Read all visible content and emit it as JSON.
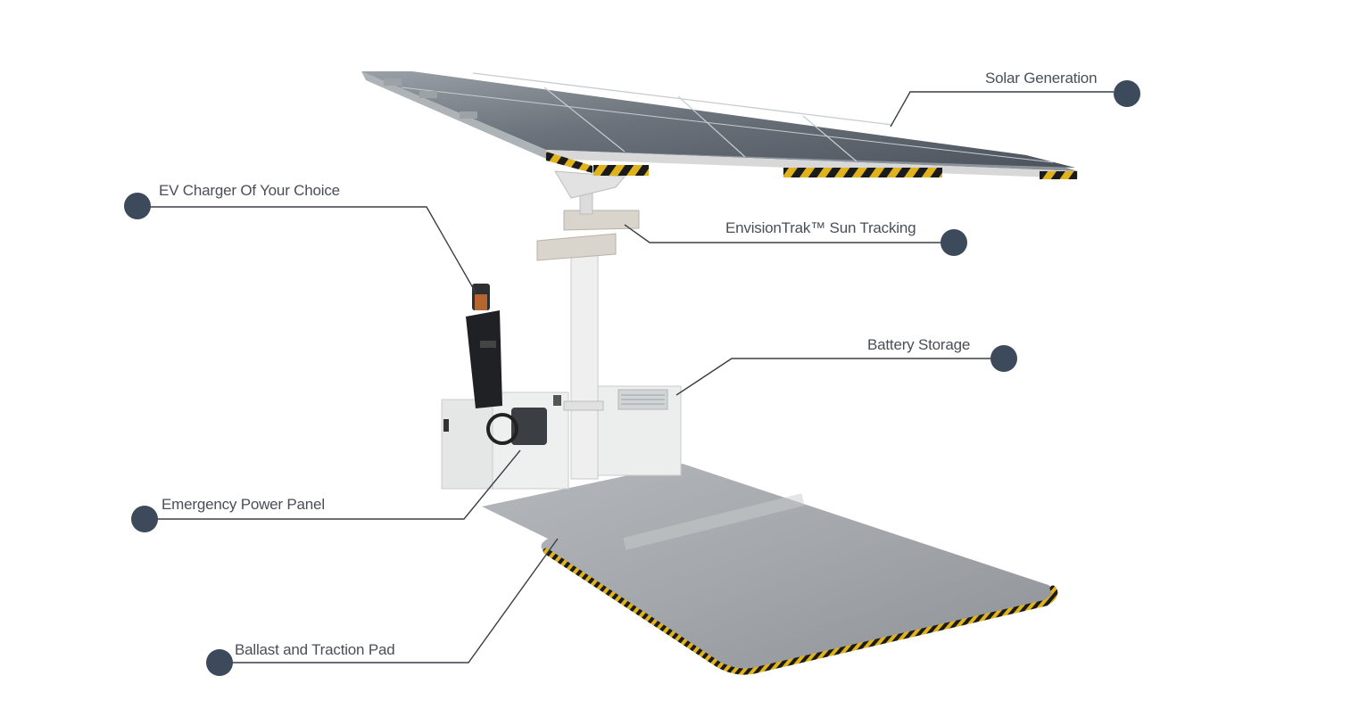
{
  "callouts": [
    {
      "id": "solar-generation",
      "label": "Solar Generation"
    },
    {
      "id": "ev-charger",
      "label": "EV Charger Of Your Choice"
    },
    {
      "id": "sun-tracking",
      "label": "EnvisionTrak™ Sun Tracking"
    },
    {
      "id": "battery-storage",
      "label": "Battery Storage"
    },
    {
      "id": "emergency-power-panel",
      "label": "Emergency Power Panel"
    },
    {
      "id": "ballast-traction-pad",
      "label": "Ballast and Traction Pad"
    }
  ],
  "colors": {
    "dot": "#3c4a5b",
    "leader_line": "#3a3f46",
    "label_text": "#4a4f57",
    "panel": "#6f7680",
    "pad": "#a9adb1",
    "hazard_yellow": "#e0b21c",
    "hazard_black": "#1b1b1b",
    "enclosure": "#eceeed"
  }
}
